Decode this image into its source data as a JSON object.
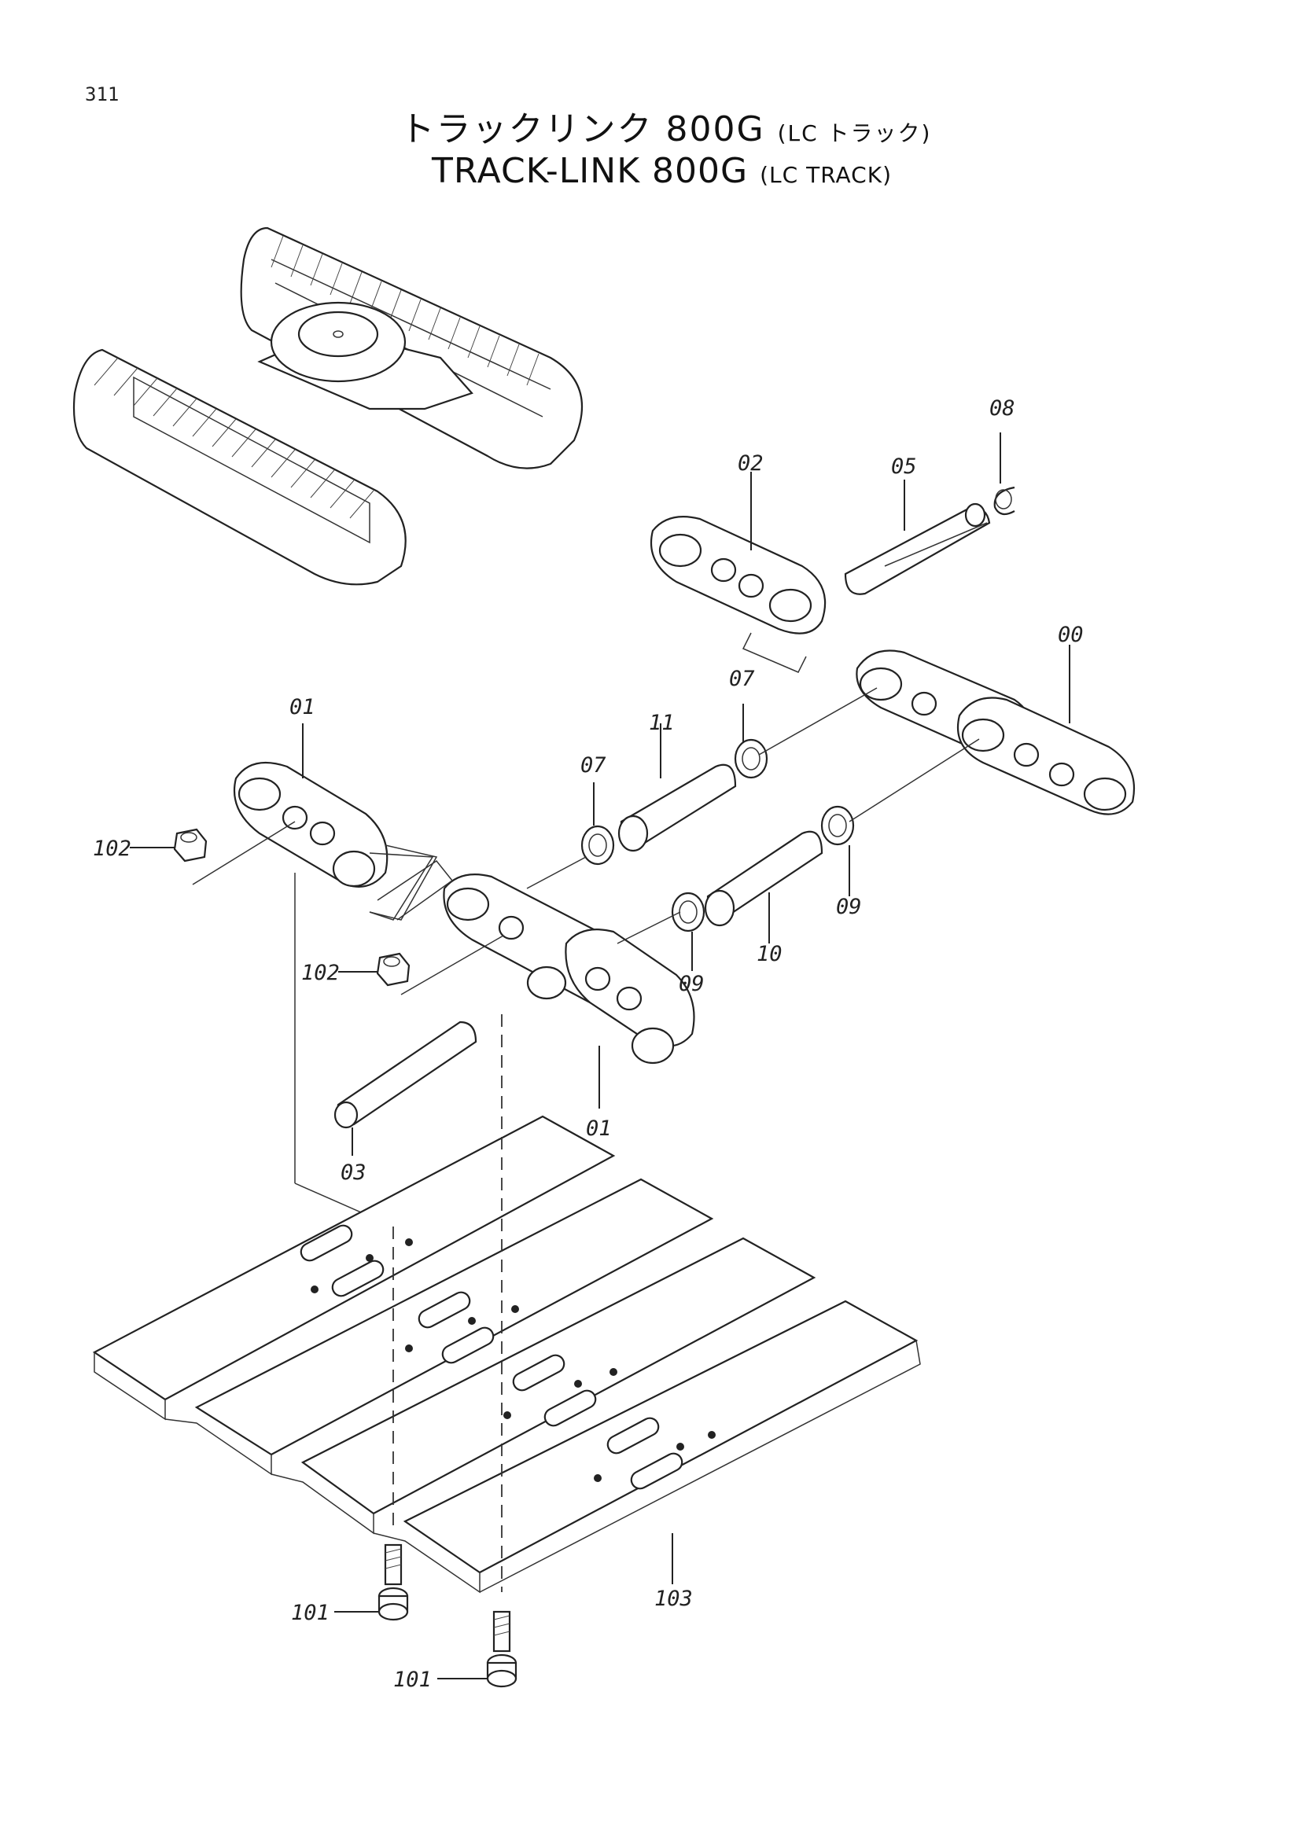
{
  "page": {
    "number": "311"
  },
  "title": {
    "jp_main": "トラックリンク 800G",
    "jp_sub": "(LC トラック)",
    "en_main": "TRACK-LINK 800G",
    "en_sub": "(LC TRACK)"
  },
  "callouts": {
    "c00": "00",
    "c01a": "01",
    "c01b": "01",
    "c02": "02",
    "c03": "03",
    "c05": "05",
    "c07a": "07",
    "c07b": "07",
    "c08": "08",
    "c09a": "09",
    "c09b": "09",
    "c10": "10",
    "c11": "11",
    "c101a": "101",
    "c101b": "101",
    "c102a": "102",
    "c102b": "102",
    "c103": "103"
  }
}
